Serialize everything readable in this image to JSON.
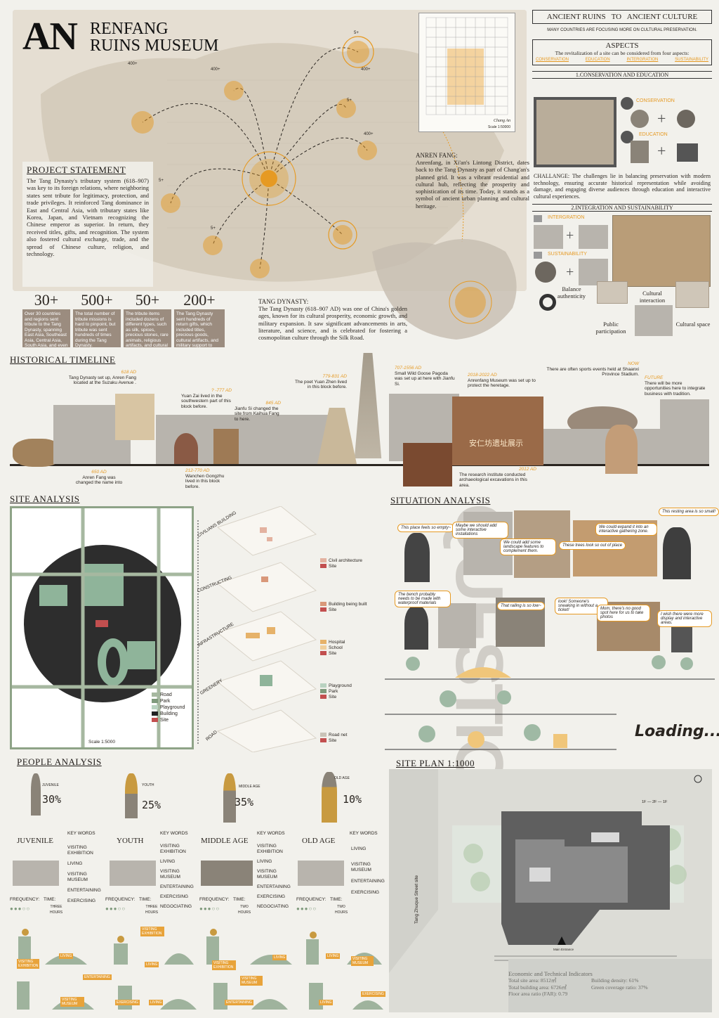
{
  "header": {
    "big": "AN",
    "line1": "RENFANG",
    "line2": "RUINS MUSEUM"
  },
  "map": {
    "counts": [
      "400+",
      "5+",
      "400+",
      "5+",
      "5+",
      "400+",
      "5+",
      "400+"
    ],
    "chang_an": "Chang An",
    "scale": "Scale 1:50000"
  },
  "statement": {
    "title": "PROJECT STATEMENT",
    "body": "The Tang Dynasty's tributary system (618–907) was key to its foreign relations, where neighboring states sent tribute for legitimacy, protection, and trade privileges. It reinforced Tang dominance in East and Central Asia, with tributary states like Korea, Japan, and Vietnam recognizing the Chinese emperor as superior. In return, they received titles, gifts, and recognition. The system also fostered cultural exchange, trade, and the spread of Chinese culture, religion, and technology."
  },
  "stats": [
    {
      "num": "30+",
      "text": "Over 30 countries and regions sent tribute to the Tang Dynasty, spanning East Asia, Southeast Asia, Central Asia, South Asia, and even parts of Europe"
    },
    {
      "num": "500+",
      "text": "The total number of tribute missions is hard to pinpoint, but tribute was sent hundreds of times during the Tang Dynasty."
    },
    {
      "num": "50+",
      "text": "The tribute items included dozens of different types, such as silk, spices, precious stones, rare animals, religious artifacts, and cultural goods."
    },
    {
      "num": "200+",
      "text": "The Tang Dynasty sent hundreds of return gifts, which included titles, precious goods, cultural artifacts, and military support to tribute states."
    }
  ],
  "anren": {
    "title": "ANREN FANG:",
    "body": "Anrenfang, in Xi'an's Lintong District, dates back to the Tang Dynasty as part of Chang'an's planned grid. It was a vibrant residential and cultural hub, reflecting the prosperity and sophistication of its time. Today, it stands as a symbol of ancient urban planning and cultural heritage."
  },
  "tang": {
    "title": "TANG DYNASTY:",
    "body": "The Tang Dynasty (618–907 AD) was one of China's golden ages, known for its cultural prosperity, economic growth, and military expansion. It saw significant advancements in arts, literature, and science, and is celebrated for fostering a cosmopolitan culture through the Silk Road."
  },
  "right": {
    "title": "ANCIENT RUINS   TO   ANCIENT CULTURE",
    "subtitle": "MANY COUNTRIES ARE FOCUSING MORE ON CULTURAL PRESERVATION.",
    "aspects_title": "ASPECTS",
    "aspects_body": "The revitalization of a site can be considered from four aspects:",
    "aspects": [
      "CONSERVATION",
      "EDUCATION",
      "INTERGRATION",
      "SUSTAINABILITY"
    ],
    "sec1": "1.CONSERVATION AND EDUCATION",
    "conservation": "CONSERVATION",
    "education": "EDUCATION",
    "challenge": "CHALLANGE: The challenges lie in balancing preservation with modern technology, ensuring accurate historical representation while avoiding damage, and engaging diverse audiences through education and interactive cultural experiences.",
    "sec2": "2.INTEGRATION AND SUSTAINABILITY",
    "integration": "INTERGRATION",
    "sustainability": "SUSTAINABILITY",
    "balance": "Balance authenticity",
    "public": "Public participation",
    "interaction": "Cultural interaction",
    "space": "Cultural space"
  },
  "timeline": {
    "title": "HISTORICAL TIMELINE",
    "events": [
      {
        "date": "618 AD",
        "text": "Tang Dynasty set up, Anren Fang located  at the Suzaku Avenue ."
      },
      {
        "date": "? -777 AD",
        "text": "Yuan Zai lived in the southwestern part of this block before."
      },
      {
        "date": "845 AD",
        "text": "Jianfu Si changed the site from Kaihua Fang to here."
      },
      {
        "date": "779-831 AD",
        "text": "The poet Yuan Zhen lived in this block before."
      },
      {
        "date": "707-1556 AD",
        "text": "Small Wild Goose Pagoda was set up at here with Jianfu Si."
      },
      {
        "date": "2018-2022 AD",
        "text": "Anrenfang Museum was set up to protect the heretage."
      },
      {
        "date": "NOW",
        "text": "There are often sports events held at Shaanxi Province Stadium."
      },
      {
        "date": "FUTURE",
        "text": "There will be more opportunities here to integrate business with tradition."
      },
      {
        "date": "650 AD",
        "text": "Anren Fang was changed the name into"
      },
      {
        "date": "212-770 AD",
        "text": "Wanchen Gongzhu lived in this block before."
      },
      {
        "date": "2012 AD",
        "text": "The research institute conducted archaeological excavations in this area."
      }
    ],
    "banner": "安仁坊遗址展示"
  },
  "site": {
    "title": "SITE ANALYSIS",
    "legend": [
      "Road",
      "Park",
      "Playground",
      "Building",
      "Site"
    ],
    "scale": "Scale 1:5000",
    "layers": [
      {
        "name": "CIVILIANS BUILDING",
        "legend": [
          "Civil architecture",
          "Site"
        ]
      },
      {
        "name": "CONSTRUCTING",
        "legend": [
          "Building being built",
          "Site"
        ]
      },
      {
        "name": "INFRASTRUCTURE",
        "legend": [
          "Hospital",
          "School",
          "Site"
        ]
      },
      {
        "name": "GREENERY",
        "legend": [
          "Playground",
          "Park",
          "Site"
        ]
      },
      {
        "name": "ROAD",
        "legend": [
          "Road net",
          "Site"
        ]
      }
    ]
  },
  "situation": {
    "title": "SITUATION ANALYSIS",
    "bg_word": "QUESTION",
    "bubbles": [
      "This place feels so empty~",
      "Maybe we should add some interactive installations",
      "We could add some landscape features to complement them.",
      "These trees look so out of place",
      "We could expand it into an interactive gathering zone.",
      "This resting area is so small!",
      "The bench probably needs to be made with waterproof materials",
      "That railing is so low~",
      "look! Someone's sneaking in without a ticket!",
      "Mom, there's no good spot here for us to take photos",
      "I wish there were more display and interactive areas."
    ],
    "loading": "Loading..."
  },
  "people": {
    "title": "PEOPLE ANALYSIS",
    "groups": [
      {
        "tag": "JUVENILE",
        "pct": "30%",
        "name": "JUVENILE",
        "time": "THREE HOURS",
        "kw": [
          "VISITING EXHIBITION",
          "LIVING",
          "VISITING MUSEUM",
          "ENTERTAINING",
          "EXERCISING"
        ],
        "labels": [
          "VISITING EXHIBITION",
          "LIVING"
        ]
      },
      {
        "tag": "YOUTH",
        "pct": "25%",
        "name": "YOUTH",
        "time": "THREE HOURS",
        "kw": [
          "VISITING EXHIBITION",
          "LIVING",
          "VISITING MUSEUM",
          "ENTERTAINING",
          "EXERCISING",
          "NEGOCIATING"
        ],
        "labels": [
          "VISITING EXHIBITION",
          "LIVING"
        ]
      },
      {
        "tag": "MIDDLE AGE",
        "pct": "35%",
        "name": "MIDDLE AGE",
        "time": "TWO HOURS",
        "kw": [
          "VISITING EXHIBITION",
          "LIVING",
          "VISITING MUSEUM",
          "ENTERTAINING",
          "EXERCISING",
          "NEGOCIATING"
        ],
        "labels": [
          "VISITING EXHIBITION",
          "LIVING"
        ]
      },
      {
        "tag": "OLD AGE",
        "pct": "10%",
        "name": "OLD AGE",
        "time": "TWO HOURS",
        "kw": [
          "LIVING",
          "VISITING MUSEUM",
          "ENTERTAINING",
          "EXERCISING"
        ],
        "labels": [
          "LIVING",
          "VISITING MUSEUM"
        ]
      }
    ],
    "kw_title": "KEY WORDS",
    "freq": "FREQUENCY:",
    "time": "TIME:",
    "bottom_labels": [
      "VISITING MUSEUM",
      "ENTERTAINING",
      "EXERCISING",
      "LIVING",
      "VISITING MUSEUM",
      "ENTERTAINING",
      "EXERCISING",
      "LIVING"
    ]
  },
  "siteplan": {
    "title": "SITE PLAN 1:1000",
    "street": "Tang Zhuque Street site",
    "entrance": "Main Entrance",
    "floors": "1F — 2F — 1F",
    "ind_title": "Economic and Technical Indicators",
    "ind": [
      "Total site area: 8512㎡",
      "Building density: 61%",
      "Total building area: 6726㎡",
      "Green coverage ratio: 37%",
      "Floor area ratio (FAR): 0.79"
    ]
  },
  "colors": {
    "accent": "#e69a23",
    "brown": "#9b8c7f",
    "ink": "#1f1b18",
    "green": "#7f9a7c"
  }
}
